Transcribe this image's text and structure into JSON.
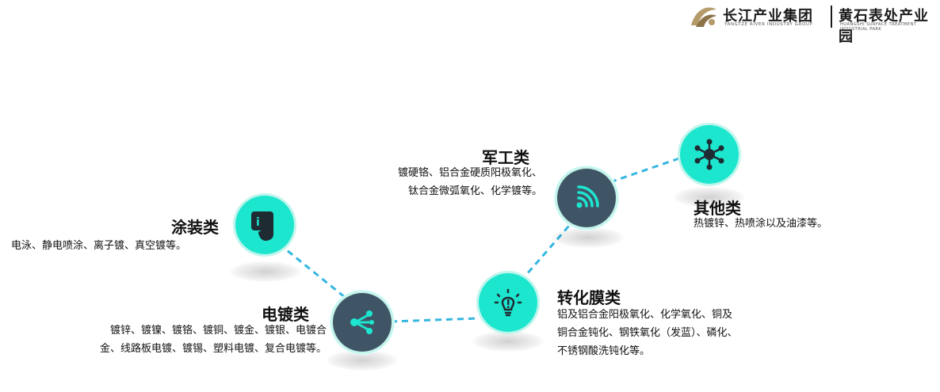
{
  "header": {
    "brand_cn": "长江产业集团",
    "brand_en": "YANGTZE RIVER INDUSTRY GROUP",
    "park_cn": "黄石表处产业园",
    "park_en": "HUANGSHI SURFACE TREATMENT INDUSTRIAL PARK"
  },
  "colors": {
    "teal": "#1de6cf",
    "slate": "#3f5566",
    "connector": "#35b6e0"
  },
  "nodes": {
    "coating": {
      "title": "涂装类",
      "lines": [
        "电泳、静电喷涂、离子镀、真空镀等。"
      ],
      "icon": "hand-touch-icon"
    },
    "plating": {
      "title": "电镀类",
      "lines": [
        "镀锌、镀镍、镀铬、镀铜、镀金、镀银、电镀合",
        "金、线路板电镀、镀锡、塑料电镀、复合电镀等。"
      ],
      "icon": "share-icon"
    },
    "conversion": {
      "title": "转化膜类",
      "lines": [
        "铝及铝合金阳极氧化、化学氧化、铜及",
        "铜合金钝化、钢铁氧化（发蓝）、磷化、",
        "不锈钢酸洗钝化等。"
      ],
      "icon": "lightbulb-icon"
    },
    "military": {
      "title": "军工类",
      "lines": [
        "镀硬铬、铝合金硬质阳极氧化、",
        "钛合金微弧氧化、化学镀等。"
      ],
      "icon": "wifi-signal-icon"
    },
    "other": {
      "title": "其他类",
      "lines": [
        "热镀锌、热喷涂以及油漆等。"
      ],
      "icon": "network-hub-icon"
    }
  }
}
